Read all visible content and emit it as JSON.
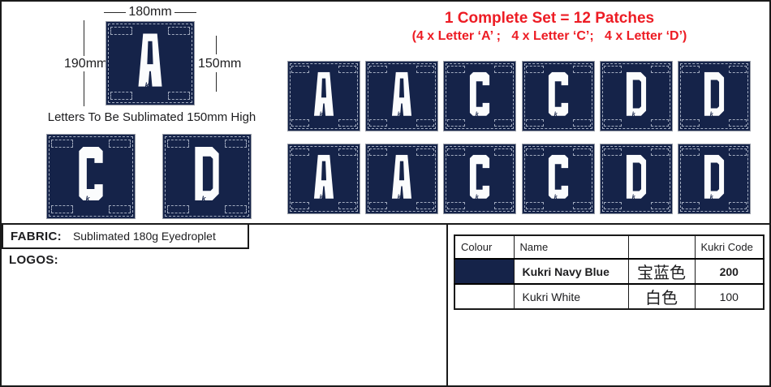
{
  "colors": {
    "navy": "#152349",
    "red": "#ed1c24",
    "white": "#ffffff",
    "stitch": "#d7dfec"
  },
  "header": {
    "line1": "1 Complete Set = 12 Patches",
    "line2": "(4 x Letter ‘A’ ;   4 x Letter ‘C’;   4 x Letter ‘D’)"
  },
  "spec": {
    "width_label": "180mm",
    "height_left_label": "190mm",
    "height_right_label": "150mm",
    "note": "Letters To Be Sublimated 150mm High",
    "main_letter": "A",
    "side_letters": [
      "C",
      "D"
    ]
  },
  "grid": {
    "rows": [
      [
        "A",
        "A",
        "C",
        "C",
        "D",
        "D"
      ],
      [
        "A",
        "A",
        "C",
        "C",
        "D",
        "D"
      ]
    ]
  },
  "brand_mark": "k",
  "fabric": {
    "label": "FABRIC:",
    "value": "Sublimated 180g Eyedroplet"
  },
  "logos": {
    "label": "LOGOS:"
  },
  "colour_table": {
    "headers": [
      "Colour",
      "Name",
      "",
      "Kukri Code"
    ],
    "rows": [
      {
        "swatch": "#152349",
        "name": "Kukri Navy Blue",
        "chinese": "宝蓝色",
        "code": "200"
      },
      {
        "swatch": "#ffffff",
        "name": "Kukri White",
        "chinese": "白色",
        "code": "100"
      }
    ]
  }
}
